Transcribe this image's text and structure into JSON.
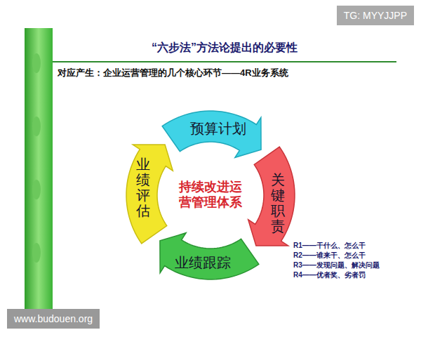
{
  "diagram": {
    "title": "“六步法”方法论提出的必要性",
    "nodes": [
      {
        "text": [
          "预算计划"
        ]
      },
      {
        "text": [
          "关键职责"
        ]
      },
      {
        "text": [
          "业绩跟踪"
        ]
      },
      {
        "text": [
          "业绩评估"
        ]
      },
      {
        "text": [
          "持续改进运营管理体系"
        ]
      }
    ],
    "labels": [
      "对应产生：企业运营管理的几个核心环节——4R业务系统",
      "R1——干什么、怎么干",
      "R2——谁来干、怎么干",
      "R3——发现问题、解决问题",
      "R4——优者奖、劣者罚",
      "TG: MYYJJPP",
      "www.budouen.org"
    ]
  }
}
